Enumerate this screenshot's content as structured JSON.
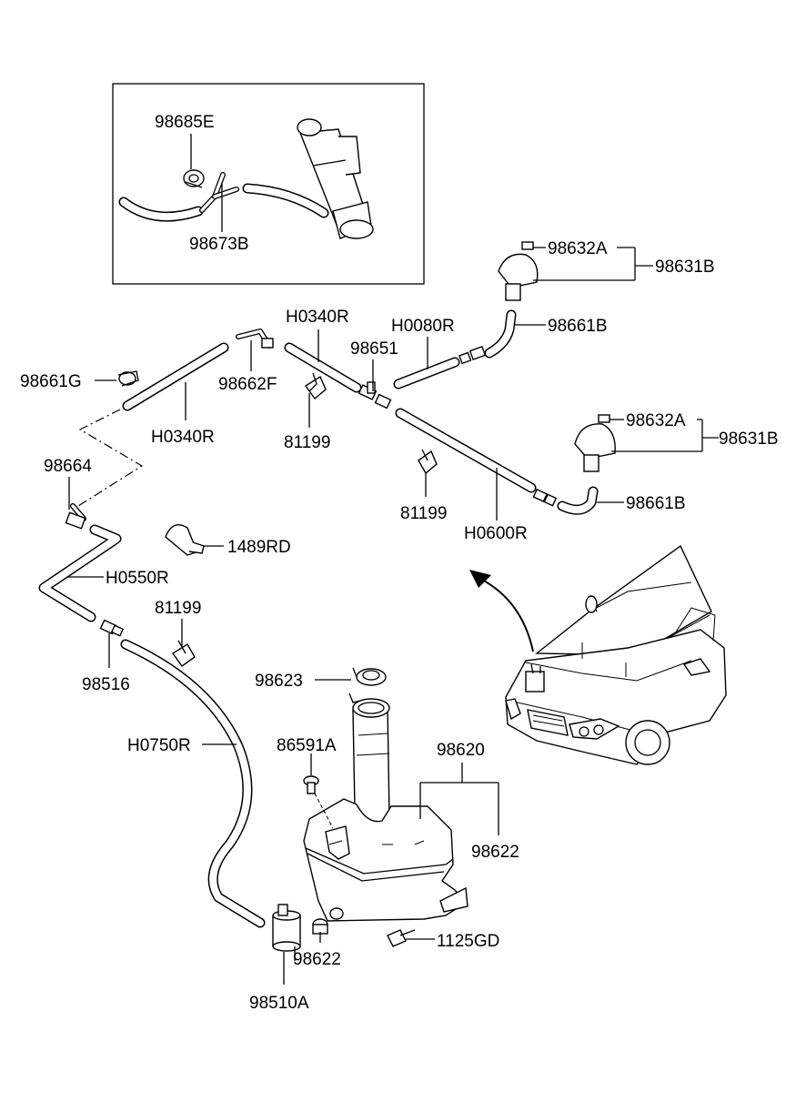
{
  "labels": {
    "p98685E": "98685E",
    "p98673B": "98673B",
    "p98632A_top": "98632A",
    "p98631B_top": "98631B",
    "pH0340R_top": "H0340R",
    "pH0080R": "H0080R",
    "p98661B_top": "98661B",
    "p98651": "98651",
    "p98661G": "98661G",
    "p98662F": "98662F",
    "pH0340R_left": "H0340R",
    "p81199_a": "81199",
    "p98632A_mid": "98632A",
    "p98631B_mid": "98631B",
    "p98664": "98664",
    "p81199_b": "81199",
    "pH0600R": "H0600R",
    "p98661B_mid": "98661B",
    "p1489RD": "1489RD",
    "pH0550R": "H0550R",
    "p81199_c": "81199",
    "p98516": "98516",
    "p98623": "98623",
    "pH0750R": "H0750R",
    "p86591A": "86591A",
    "p98620": "98620",
    "p98622_right": "98622",
    "p98622_bottom": "98622",
    "p1125GD": "1125GD",
    "p98510A": "98510A"
  }
}
